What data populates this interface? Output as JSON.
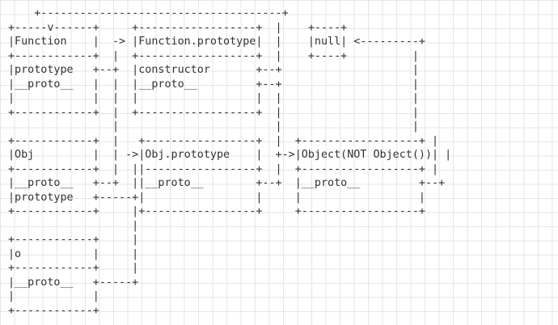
{
  "diagram": {
    "lines": [
      "    +-------------------------------------+",
      "+-----v------+     +------------------+  |    +----+",
      "|Function    |  -> |Function.prototype|  |    |null| <---------+",
      "+------------+  |  +------------------+  |    +----+          |",
      "|prototype   +--+  |constructor       +--+                    |",
      "|__proto__   |  |  |__proto__         +--+                    |",
      "|            |  |  |                  |  |                    |",
      "+------------+  |  +------------------+  |                    |",
      "                |                        |                    |",
      "+------------+  |   +-----------------+  |  +------------------+ |",
      "|Obj         |  | ->|Obj.prototype    |  +->|Object(NOT Object())| |",
      "+------------+  |  ||-----------------+  |  +------------------+ |",
      "|__proto__   +--+  ||__proto__        +--+  |__proto__         +--+",
      "|prototype   +-----+|                 |     |                  |",
      "+------------+     |+-----------------+     +------------------+",
      "                   |",
      "+------------+     |",
      "|o           |     |",
      "+------------+     |",
      "|__proto__   +-----+",
      "|            |",
      "+------------+"
    ]
  }
}
